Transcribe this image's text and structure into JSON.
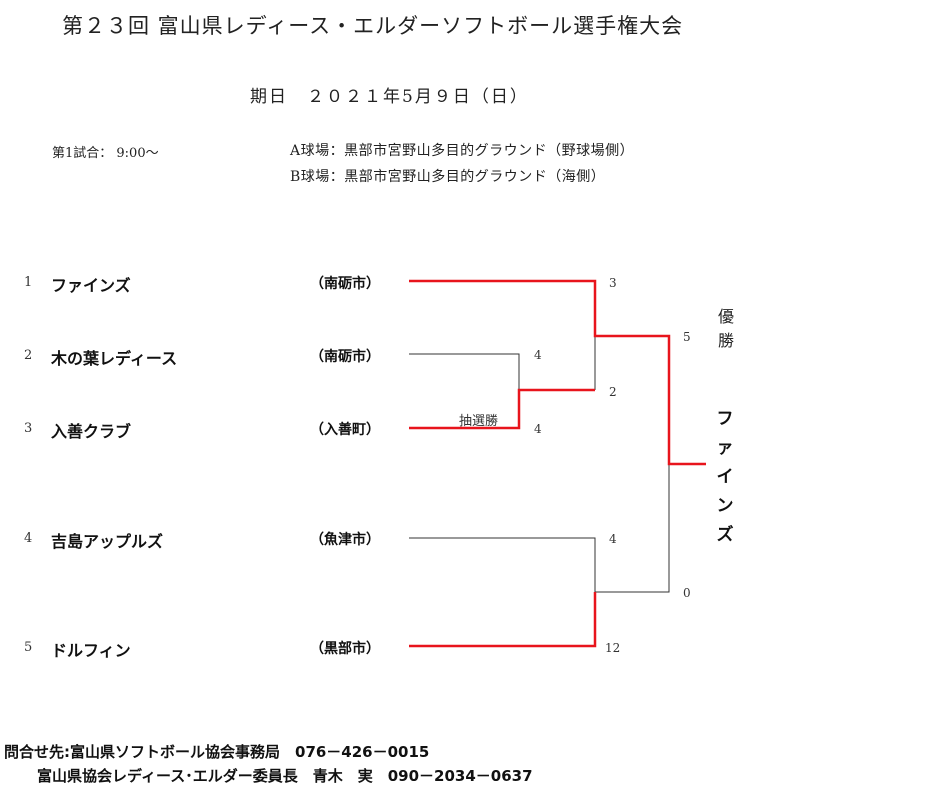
{
  "header": {
    "title": "第２３回 富山県レディース・エルダーソフトボール選手権大会",
    "date": "期日　２０２１年5月９日（日）"
  },
  "schedule": {
    "first_match": "第1試合： 9:00～",
    "venue_a": "A球場：黒部市宮野山多目的グラウンド（野球場側）",
    "venue_b": "B球場：黒部市宮野山多目的グラウンド（海側）"
  },
  "teams": [
    {
      "seed": "1",
      "name": "ファインズ",
      "city": "（南砺市）"
    },
    {
      "seed": "2",
      "name": "木の葉レディース",
      "city": "（南砺市）"
    },
    {
      "seed": "3",
      "name": "入善クラブ",
      "city": "（入善町）"
    },
    {
      "seed": "4",
      "name": "吉島アップルズ",
      "city": "（魚津市）"
    },
    {
      "seed": "5",
      "name": "ドルフィン",
      "city": "（黒部市）"
    }
  ],
  "scores": {
    "r1_team2": "4",
    "r1_team3": "4",
    "lottery_label": "抽選勝",
    "sf1_team1": "3",
    "sf1_winner23": "2",
    "sf2_team4": "4",
    "sf2_team5": "12",
    "final_top": "5",
    "final_bottom": "0"
  },
  "champion": {
    "label": "優勝",
    "label_chars": [
      "優",
      "勝"
    ],
    "name": "ファインズ",
    "name_chars": [
      "フ",
      "ァ",
      "イ",
      "ン",
      "ズ"
    ]
  },
  "footer": {
    "line1": "問合せ先:富山県ソフトボール協会事務局　076－426－0015",
    "line2": "富山県協会レディース･エルダー委員長　青木　実　090－2034－0637"
  },
  "colors": {
    "winner_line": "#e8141c",
    "loser_line": "#333333"
  }
}
